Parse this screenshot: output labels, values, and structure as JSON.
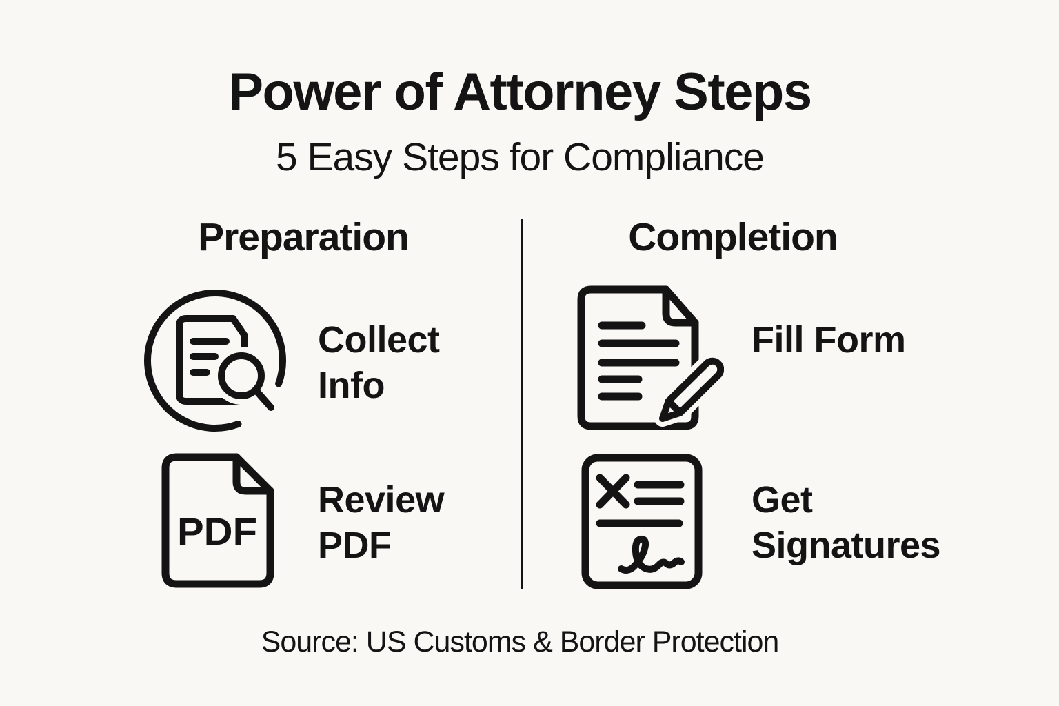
{
  "page": {
    "background_color": "#FAF8F5",
    "ink_color": "#141414",
    "title": "Power of Attorney Steps",
    "subtitle": "5 Easy Steps for Compliance",
    "source_note": "Source: US Customs & Border Protection"
  },
  "columns": [
    {
      "heading": "Preparation",
      "items": [
        {
          "icon": "document-search-icon",
          "label_lines": [
            "Collect",
            "Info"
          ]
        },
        {
          "icon": "pdf-file-icon",
          "label_lines": [
            "Review",
            "PDF"
          ],
          "badge_text": "PDF"
        }
      ]
    },
    {
      "heading": "Completion",
      "items": [
        {
          "icon": "document-pencil-icon",
          "label_lines": [
            "Fill Form"
          ]
        },
        {
          "icon": "signature-document-icon",
          "label_lines": [
            "Get",
            "Signatures"
          ]
        }
      ]
    }
  ]
}
